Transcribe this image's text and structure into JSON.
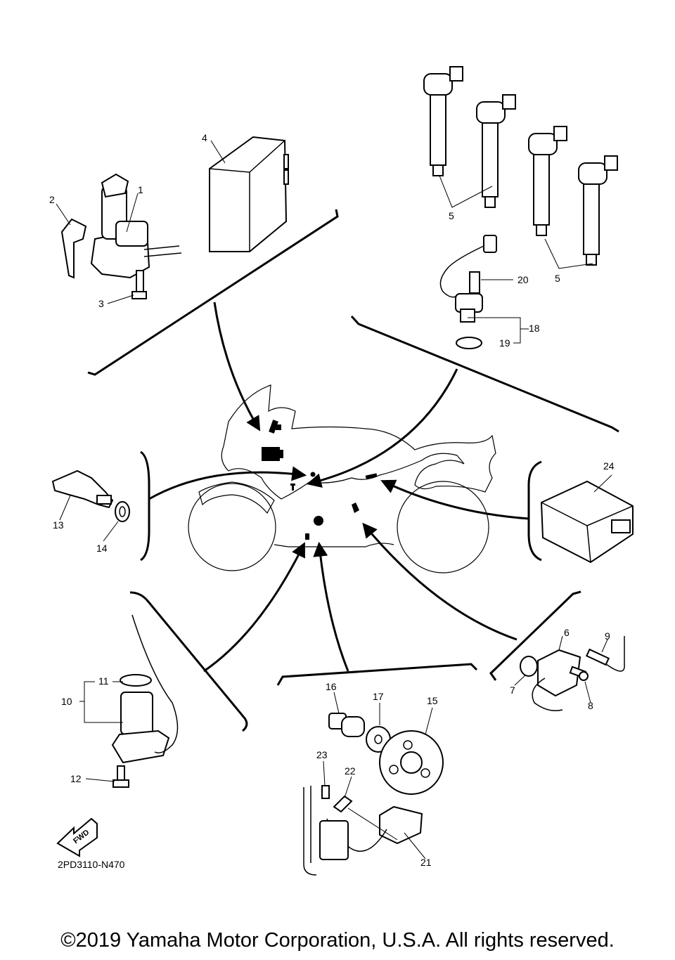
{
  "diagram": {
    "callouts": [
      "1",
      "2",
      "3",
      "4",
      "5",
      "5",
      "6",
      "7",
      "8",
      "9",
      "10",
      "11",
      "12",
      "13",
      "14",
      "15",
      "16",
      "17",
      "18",
      "19",
      "20",
      "21",
      "22",
      "23",
      "24"
    ],
    "diagram_code": "2PD3110-N470",
    "fwd_label": "FWD",
    "copyright": "©2019 Yamaha Motor Corporation, U.S.A. All rights reserved."
  }
}
